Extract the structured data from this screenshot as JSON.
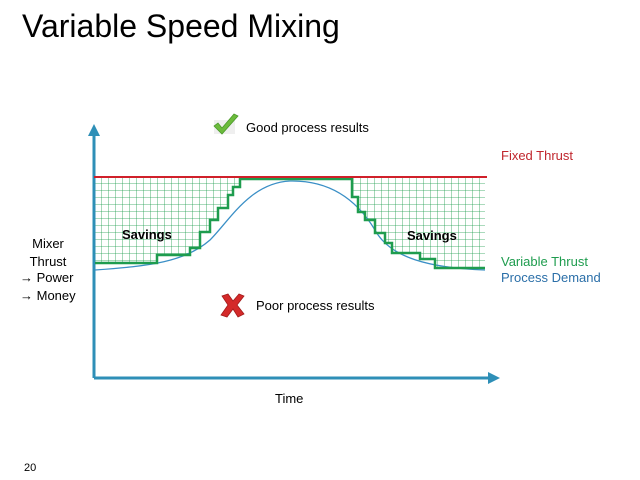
{
  "slide": {
    "title": "Variable Speed Mixing",
    "page_number": "20"
  },
  "diagram": {
    "y_axis_label_line1": "Mixer",
    "y_axis_label_line2": "Thrust",
    "y_axis_note1": "→ Power",
    "y_axis_note2": "→ Money",
    "x_axis_label": "Time",
    "good_label": "Good process results",
    "poor_label": "Poor process results",
    "savings_left": "Savings",
    "savings_right": "Savings",
    "legend": {
      "fixed": "Fixed Thrust",
      "variable": "Variable Thrust",
      "demand": "Process Demand"
    },
    "colors": {
      "axis": "#2e8fb7",
      "fixed": "#d0202a",
      "variable": "#1e9c4e",
      "demand": "#3a8fc6",
      "grid": "#1e9c4e",
      "check": "#6cbb3c",
      "cross": "#d42a2a",
      "legend_fixed": "#c0262d",
      "legend_variable": "#1e9c4e",
      "legend_demand": "#2b6fa8"
    },
    "icons": {
      "good": "checkmark-icon",
      "poor": "cross-icon"
    }
  }
}
